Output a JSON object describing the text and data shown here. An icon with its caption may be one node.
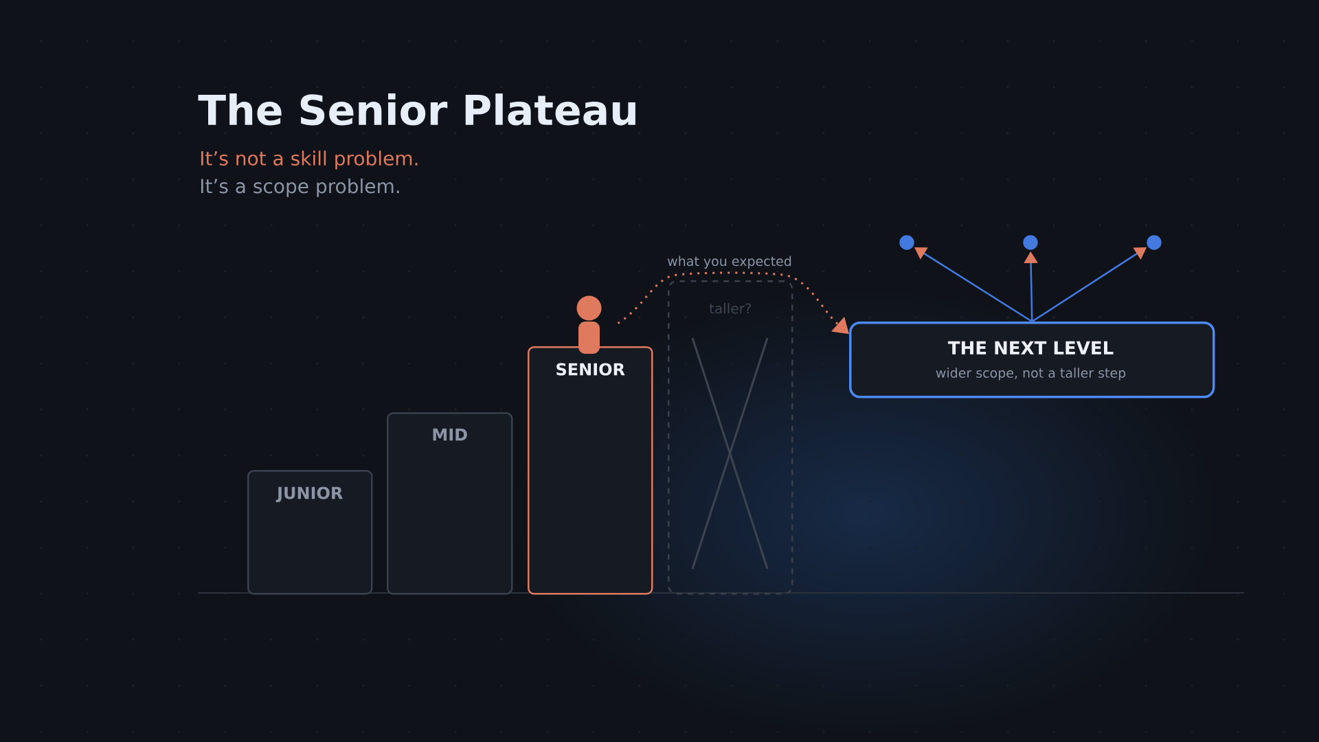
{
  "diagram": {
    "title": "The Senior Plateau",
    "nodes": [
      {
        "text": [
          "JUNIOR"
        ]
      },
      {
        "text": [
          "MID"
        ]
      },
      {
        "text": [
          "SENIOR"
        ]
      },
      {
        "text": [],
        "shape": "person"
      },
      {
        "text": [
          "taller?"
        ],
        "beside": [
          "what you expected"
        ]
      },
      {
        "text": [
          "THE NEXT LEVEL",
          "wider scope, not a taller step"
        ]
      },
      {
        "text": [],
        "shape": "circle"
      },
      {
        "text": [],
        "shape": "circle"
      },
      {
        "text": [],
        "shape": "circle"
      }
    ],
    "edges": [
      {
        "from": 3,
        "to": 5,
        "arrow": "to",
        "style": "dashed",
        "color": "#e07a5f"
      },
      {
        "from": 5,
        "to": 6,
        "arrow": "to"
      },
      {
        "from": 5,
        "to": 7,
        "arrow": "to"
      },
      {
        "from": 5,
        "to": 8,
        "arrow": "to"
      }
    ],
    "labels": [
      "It’s not a skill problem.",
      "It’s a scope problem."
    ]
  }
}
